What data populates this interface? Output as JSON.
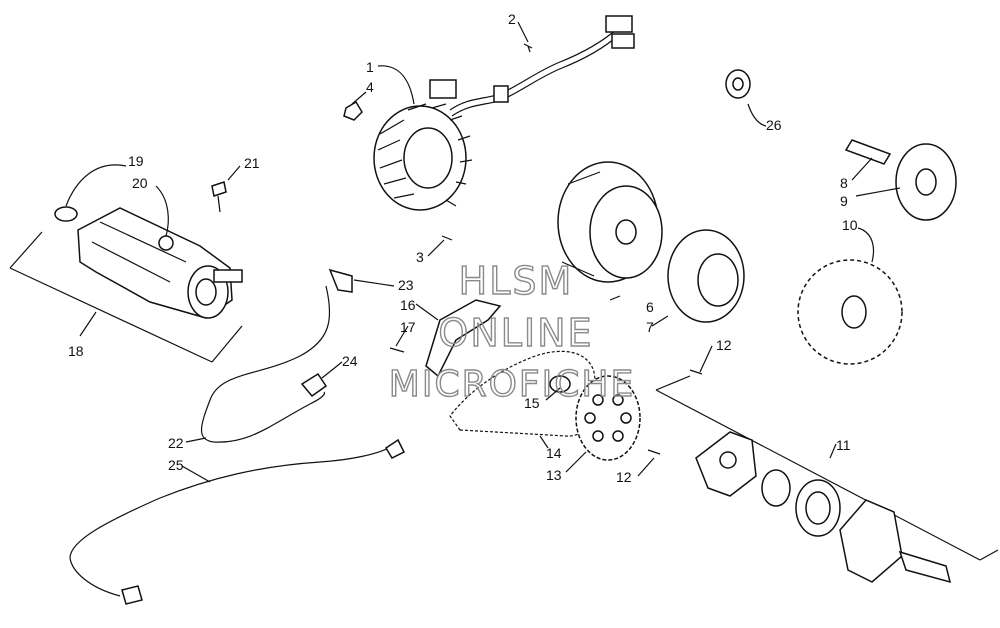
{
  "callouts": [
    "1",
    "2",
    "3",
    "4",
    "6",
    "7",
    "8",
    "9",
    "10",
    "11",
    "12",
    "12",
    "13",
    "14",
    "15",
    "16",
    "17",
    "18",
    "19",
    "20",
    "21",
    "22",
    "23",
    "24",
    "25",
    "26"
  ],
  "watermark": {
    "line1": "HLSM",
    "line2": "ONLINE",
    "line3": "MICROFICHE"
  }
}
